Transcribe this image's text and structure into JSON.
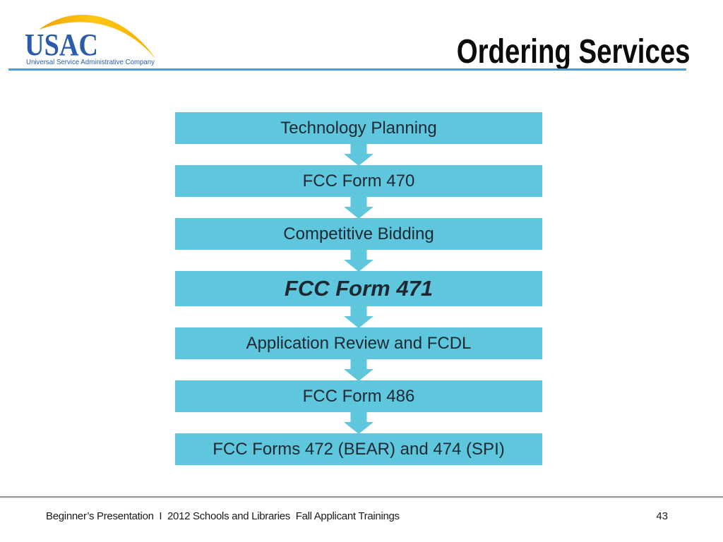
{
  "header": {
    "logo": {
      "acronym": "USAC",
      "subtitle": "Universal Service Administrative Company"
    },
    "title": "Ordering Services"
  },
  "flowchart": {
    "steps": [
      {
        "label": "Technology Planning"
      },
      {
        "label": "FCC Form 470"
      },
      {
        "label": "Competitive Bidding"
      },
      {
        "label": "FCC Form 471"
      },
      {
        "label": "Application Review and FCDL"
      },
      {
        "label": "FCC Form 486"
      },
      {
        "label": "FCC Forms 472 (BEAR) and 474 (SPI)"
      }
    ]
  },
  "footer": {
    "left_text": "Beginner’s Presentation  I  2012 Schools and Libraries  Fall Applicant Trainings",
    "page_number": "43"
  },
  "colors": {
    "box_fill": "#5EC7DD",
    "box_text": "#1E2833",
    "title_text": "#0B0B0B",
    "header_rule": "#4D9BD0",
    "footer_rule": "#9A9A9A",
    "usac_blue": "#2A5CAB",
    "swoosh_yellow": "#FFC20E"
  }
}
